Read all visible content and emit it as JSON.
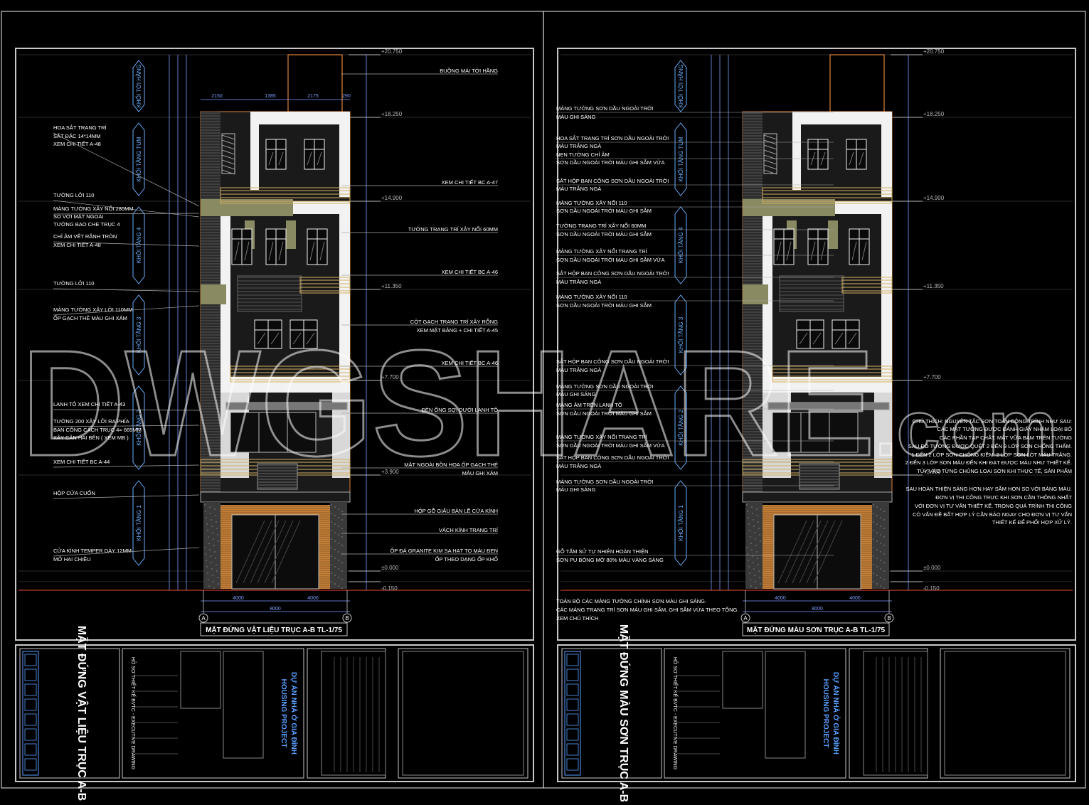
{
  "colors": {
    "background": "#000000",
    "frame": "#c8c8c8",
    "annotation": "#ffffff",
    "dimension": "#7c9cff",
    "level": "#b8b8b8",
    "grid_line": "#c0392b",
    "block_label": "#6ab0ff",
    "title_blue": "#5aa0ff",
    "wall_white": "#f2f2f2",
    "accent_olive": "#8a8a62",
    "stone_orange": "#c8833a",
    "glass_dark": "#111111"
  },
  "watermark": {
    "text": "DWGSHARE",
    "suffix": ".com"
  },
  "sheets": [
    {
      "id": "left",
      "drawing_title": "MẶT ĐỨNG VẬT LIỆU TRỤC A-B TL-1/75",
      "axis_labels": [
        "A",
        "B"
      ],
      "levels": [
        "+20.750",
        "+18.250",
        "+14.900",
        "+11.350",
        "+7.700",
        "+3.900",
        "±0.000",
        "-0.150"
      ],
      "block_labels": [
        "KHỐI TỜI HẦNG",
        "KHỐI TẦNG TUM",
        "KHỐI TẦNG 4",
        "KHỐI TẦNG 3",
        "KHỐI TẦNG 2",
        "KHỐI TẦNG 1"
      ],
      "left_notes": [
        "HOA SẮT TRANG TRÍ",
        "SẮT ĐẶC 14*14MM",
        "XEM CHI TIẾT A-48",
        "TƯỜNG LỞI 110",
        "MẢNG TƯỜNG XÂY NỔI 280MM",
        "SO VỚI MẶT NGOÀI",
        "TƯỜNG BAO CHE TRỤC 4",
        "CHỈ ÂM VẾT RÃNH TRÒN",
        "XEM CHI TIẾT A-48",
        "TƯỜNG LỞI 110",
        "MẢNG TƯỜNG XÂY LỞI 110MM",
        "ỐP GẠCH THẺ MÀU GHI XÁM",
        "LANH TÔ XEM CHI TIẾT A-43",
        "TƯỜNG 200 XÂY LỞI RA PHÍA",
        "BAN CÔNG CÁCH TRỤC 4= 665MM",
        "XÂY CĂN HAI BÊN ( XEM MB )",
        "XEM CHI TIẾT BC A-44",
        "HỘP CỬA CUỐN",
        "CỬA KÍNH TEMPER DÀY 12MM",
        "MỞ HAI CHIỀU"
      ],
      "right_notes": [
        "BUỒNG MÁI TỜI HẦNG",
        "XEM CHI TIẾT BC A-47",
        "TƯỜNG TRANG TRÍ XÂY NỔI 60MM",
        "XEM CHI TIẾT BC A-46",
        "CỘT GẠCH TRANG TRÍ XÂY RỖNG",
        "XEM MẶT BẰNG + CHI TIẾT A-45",
        "XEM CHI TIẾT BC A-46",
        "ĐÈN ỐNG SỢI DƯỚI LANH TÔ",
        "MẶT NGOÀI BỒN HOA ỐP GẠCH THẺ",
        "MÀU GHI XÁM",
        "HỘP GỖ GIẤU BẢN LỀ CỬA KÍNH",
        "VÁCH KÍNH TRANG TRÍ",
        "ỐP ĐÁ GRANITE KIM SA HẠT TO MÀU ĐEN",
        "ỐP THEO DẠNG ỐP KHỐ"
      ],
      "top_dims": [
        "2150",
        "1385",
        "2175",
        "290"
      ],
      "bottom_dims": [
        "4000",
        "4000",
        "8000"
      ],
      "title_block": {
        "sheet_name": "MẶT ĐỨNG VẬT LIỆU TRỤC A-B",
        "project_line1": "HOUSING PROJECT",
        "project_line2": "DỰ ÁN NHÀ Ở GIA ĐÌNH",
        "doc_type": "HỒ SƠ THIẾT KẾ BVTC - EXECUTIVE DRAWING"
      }
    },
    {
      "id": "right",
      "drawing_title": "MẶT ĐỨNG MÀU SƠN TRỤC A-B TL-1/75",
      "axis_labels": [
        "A",
        "B"
      ],
      "levels": [
        "+20.750",
        "+18.250",
        "+14.900",
        "+11.350",
        "+7.700",
        "+3.900",
        "±0.000",
        "-0.150"
      ],
      "block_labels": [
        "KHỐI TỜI HẦNG",
        "KHỐI TẦNG TUM",
        "KHỐI TẦNG 4",
        "KHỐI TẦNG 3",
        "KHỐI TẦNG 2",
        "KHỐI TẦNG 1"
      ],
      "left_notes": [
        "MẢNG TƯỜNG SƠN DẦU NGOÀI TRỜI",
        "MÀU GHI SÁNG",
        "HOA SẮT TRANG TRÍ SƠN DẦU NGOÀI TRỜI",
        "MÀU TRẮNG NGÀ",
        "NẸN TƯỜNG CHỈ ÂM",
        "SƠN DẦU NGOÀI TRỜI MÀU GHI SẪM VỪA",
        "SẮT HỘP BAN CÔNG SƠN DẦU NGOÀI TRỜI",
        "MÀU TRẮNG NGÀ",
        "MẢNG TƯỜNG XÂY NỔI 110",
        "SƠN DẦU NGOÀI TRỜI MÀU GHI SẪM",
        "TƯỜNG TRANG TRÍ XÂY NỔI 60MM",
        "SƠN DẦU NGOÀI TRỜI MÀU GHI SẪM",
        "MẢNG TƯỜNG XÂY NỔI TRANG TRÍ",
        "SƠN DẦU NGOÀI TRỜI MÀU GHI SẪM VỪA",
        "SẮT HỘP BAN CÔNG SƠN DẦU NGOÀI TRỜI",
        "MÀU TRẮNG NGÀ",
        "MẢNG TƯỜNG XÂY NỔI 110",
        "SƠN DẦU NGOÀI TRỜI MÀU GHI SẪM",
        "SẮT HỘP BAN CÔNG SƠN DẦU NGOÀI TRỜI",
        "MÀU TRẮNG NGÀ",
        "MẢNG TƯỜNG SƠN DẦU NGOÀI TRỜI",
        "MÀU GHI SÁNG",
        "MẢNG ÂM TRÊN LANH TÔ",
        "SƠN DẦU NGOÀI TRỜI MÀU GHI SẪM",
        "MẢNG TƯỜNG XÂY NỔI TRANG TRÍ",
        "SƠN DẦU NGOÀI TRỜI MÀU GHI SẪM VỪA",
        "SẮT HỘP BAN CÔNG SƠN DẦU NGOÀI TRỜI",
        "MÀU TRẮNG NGÀ",
        "MẢNG TƯỜNG SƠN DẦU NGOÀI TRỜI",
        "MÀU GHI SÁNG",
        "GỖ TẤM SỬ TỰ NHIÊN HOÀN THIỆN",
        "SƠN PU BÓNG MỜ 80% MÀU VÀNG SÁNG"
      ],
      "footnote": [
        "TOÀN BỘ CÁC MẢNG TƯỜNG CHÍNH SƠN MÀU GHI SÁNG.",
        "CÁC MẢNG TRANG TRÍ SƠN MÀU GHI SẪM, GHI SẪM VỪA THEO TỔNG.",
        "XEM CHÚ THÍCH"
      ],
      "chu_thich": [
        "CHÚ THÍCH: NGUYÊN TẮC SƠN TOÀN CÔNG TRÌNH NHƯ SAU:",
        "CÁC MẶT TƯỜNG ĐƯỢC ĐÁNH GIẤY NHÁM LOẠI BỎ",
        "CÁC PHẦN TẠP CHẤT. MẶT VỮA BẢM TRÊN TƯỜNG",
        "SAU ĐÓ TƯỜNG ĐƯỢC QUÉT 2 ĐẾN 3 LỚP SƠN CHỐNG THẤM.",
        "1 ĐẾN 2 LỚP SƠN CHỐNG KIỀM. 2 LỚP SƠN LÓT MÀU TRẮNG.",
        "2 ĐẾN 3 LỚP SƠN MÀU ĐẾN KHI ĐẠT ĐƯỢC MÀU NHƯ THIẾT KẾ.",
        "TÙY VÀO TỪNG CHỦNG LOẠI SƠN KHI THỰC TẾ, SẢN PHẨM",
        "SAU HOÀN THIỆN SÁNG HƠN HAY SẪM HƠN SO VỚI BẢNG MÀU.",
        "ĐƠN VỊ THI CÔNG TRỰC KHI SƠN CẦN THÔNG NHẤT",
        "VỚI ĐƠN VỊ TƯ VẤN THIẾT KẾ. TRONG QUÁ TRÌNH THI CÔNG",
        "CÓ VẤN ĐỀ BẤT HỢP LÝ CẦN BÁO NGAY CHO ĐƠN VỊ TƯ VẤN",
        "THIẾT KẾ ĐỂ PHỐI HỢP XỬ LÝ."
      ],
      "top_dims": [],
      "bottom_dims": [
        "4000",
        "4000",
        "8000"
      ],
      "title_block": {
        "sheet_name": "MẶT ĐỨNG MÀU SƠN TRỤC A-B",
        "project_line1": "HOUSING PROJECT",
        "project_line2": "DỰ ÁN NHÀ Ở GIA ĐÌNH",
        "doc_type": "HỒ SƠ THIẾT KẾ BVTC - EXECUTIVE DRAWING"
      }
    }
  ]
}
